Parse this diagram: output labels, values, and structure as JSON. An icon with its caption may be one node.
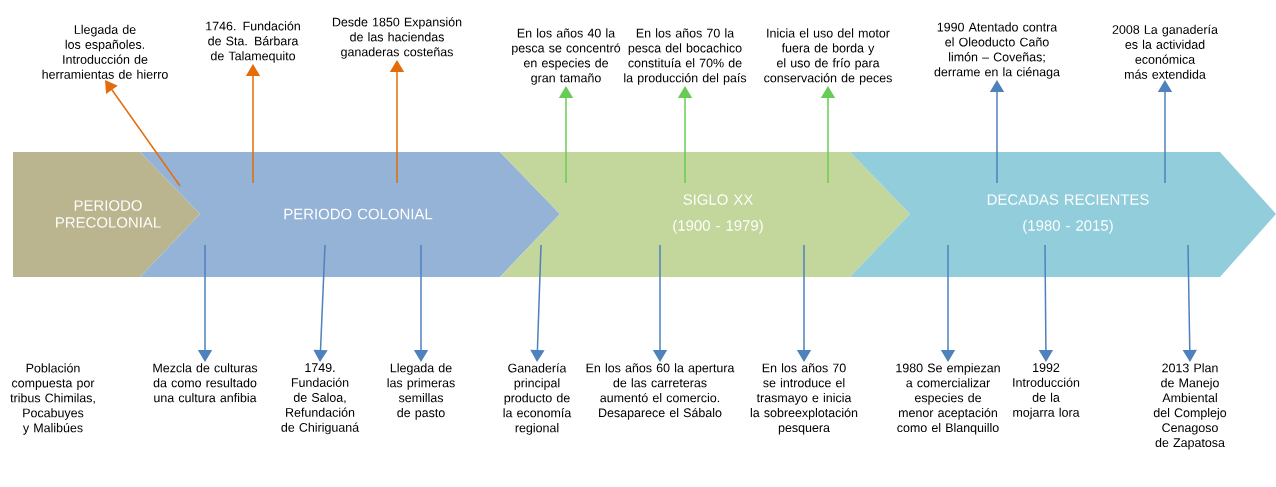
{
  "diagram": {
    "nodes": [
      {
        "text": [
          "PERIODO PRECOLONIAL"
        ]
      },
      {
        "text": [
          "PERIODO COLONIAL"
        ]
      },
      {
        "text": [
          "SIGLO XX",
          "(1900 - 1979)"
        ]
      },
      {
        "text": [
          "DECADAS RECIENTES",
          "(1980 - 2015)"
        ]
      },
      {
        "text": [
          "Llegada de los españoles. Introducción de herramientas de hierro"
        ]
      },
      {
        "text": [
          "1746. Fundación de Sta. Bárbara de Talamequito"
        ]
      },
      {
        "text": [
          "Desde 1850 Expansión de las haciendas ganaderas costeñas"
        ]
      },
      {
        "text": [
          "En los años 40 la pesca se concentró en especies de gran tamaño"
        ]
      },
      {
        "text": [
          "En los años 70 la pesca del bocachico constituía el 70% de la producción del país"
        ]
      },
      {
        "text": [
          "Inicia el uso del motor fuera de borda y el uso de frío para conservación de peces"
        ]
      },
      {
        "text": [
          "1990 Atentado contra el Oleoducto Caño limón – Coveñas; derrame en la ciénaga"
        ]
      },
      {
        "text": [
          "2008 La ganadería es la actividad económica más extendida"
        ]
      },
      {
        "text": [
          "Mezcla de culturas da como resultado una cultura anfibia"
        ]
      },
      {
        "text": [
          "1749. Fundación de Saloa, Refundación de Chiriguaná"
        ]
      },
      {
        "text": [
          "Llegada de las primeras semillas de pasto"
        ]
      },
      {
        "text": [
          "Ganadería principal producto de la economía regional"
        ]
      },
      {
        "text": [
          "En los años 60 la apertura de las carreteras aumentó el comercio. Desaparece el Sábalo"
        ]
      },
      {
        "text": [
          "En los años 70 se introduce el trasmayo e inicia la sobreexplotación pesquera"
        ]
      },
      {
        "text": [
          "1980 Se empiezan a comercializar especies de menor aceptación como el Blanquillo"
        ]
      },
      {
        "text": [
          "1992 Introducción de la mojarra lora"
        ]
      },
      {
        "text": [
          "2013 Plan de Manejo Ambiental del Complejo Cenagoso de Zapatosa"
        ]
      }
    ],
    "edges": [
      {
        "from": 1,
        "to": 4,
        "arrow": "to",
        "color": "#e46c0a"
      },
      {
        "from": 1,
        "to": 5,
        "arrow": "to",
        "color": "#e46c0a"
      },
      {
        "from": 1,
        "to": 6,
        "arrow": "to",
        "color": "#e46c0a"
      },
      {
        "from": 2,
        "to": 7,
        "arrow": "to",
        "color": "#66cc55"
      },
      {
        "from": 2,
        "to": 8,
        "arrow": "to",
        "color": "#66cc55"
      },
      {
        "from": 2,
        "to": 9,
        "arrow": "to",
        "color": "#66cc55"
      },
      {
        "from": 3,
        "to": 10,
        "arrow": "to"
      },
      {
        "from": 3,
        "to": 11,
        "arrow": "to"
      },
      {
        "from": 1,
        "to": 12,
        "arrow": "to"
      },
      {
        "from": 1,
        "to": 13,
        "arrow": "to"
      },
      {
        "from": 1,
        "to": 14,
        "arrow": "to"
      },
      {
        "from": 2,
        "to": 15,
        "arrow": "to"
      },
      {
        "from": 2,
        "to": 16,
        "arrow": "to"
      },
      {
        "from": 2,
        "to": 17,
        "arrow": "to"
      },
      {
        "from": 3,
        "to": 18,
        "arrow": "to"
      },
      {
        "from": 3,
        "to": 19,
        "arrow": "to"
      },
      {
        "from": 3,
        "to": 20,
        "arrow": "to"
      }
    ],
    "labels": [
      "Población compuesta por tribus Chimilas, Pocabuyes y Malibúes"
    ]
  }
}
